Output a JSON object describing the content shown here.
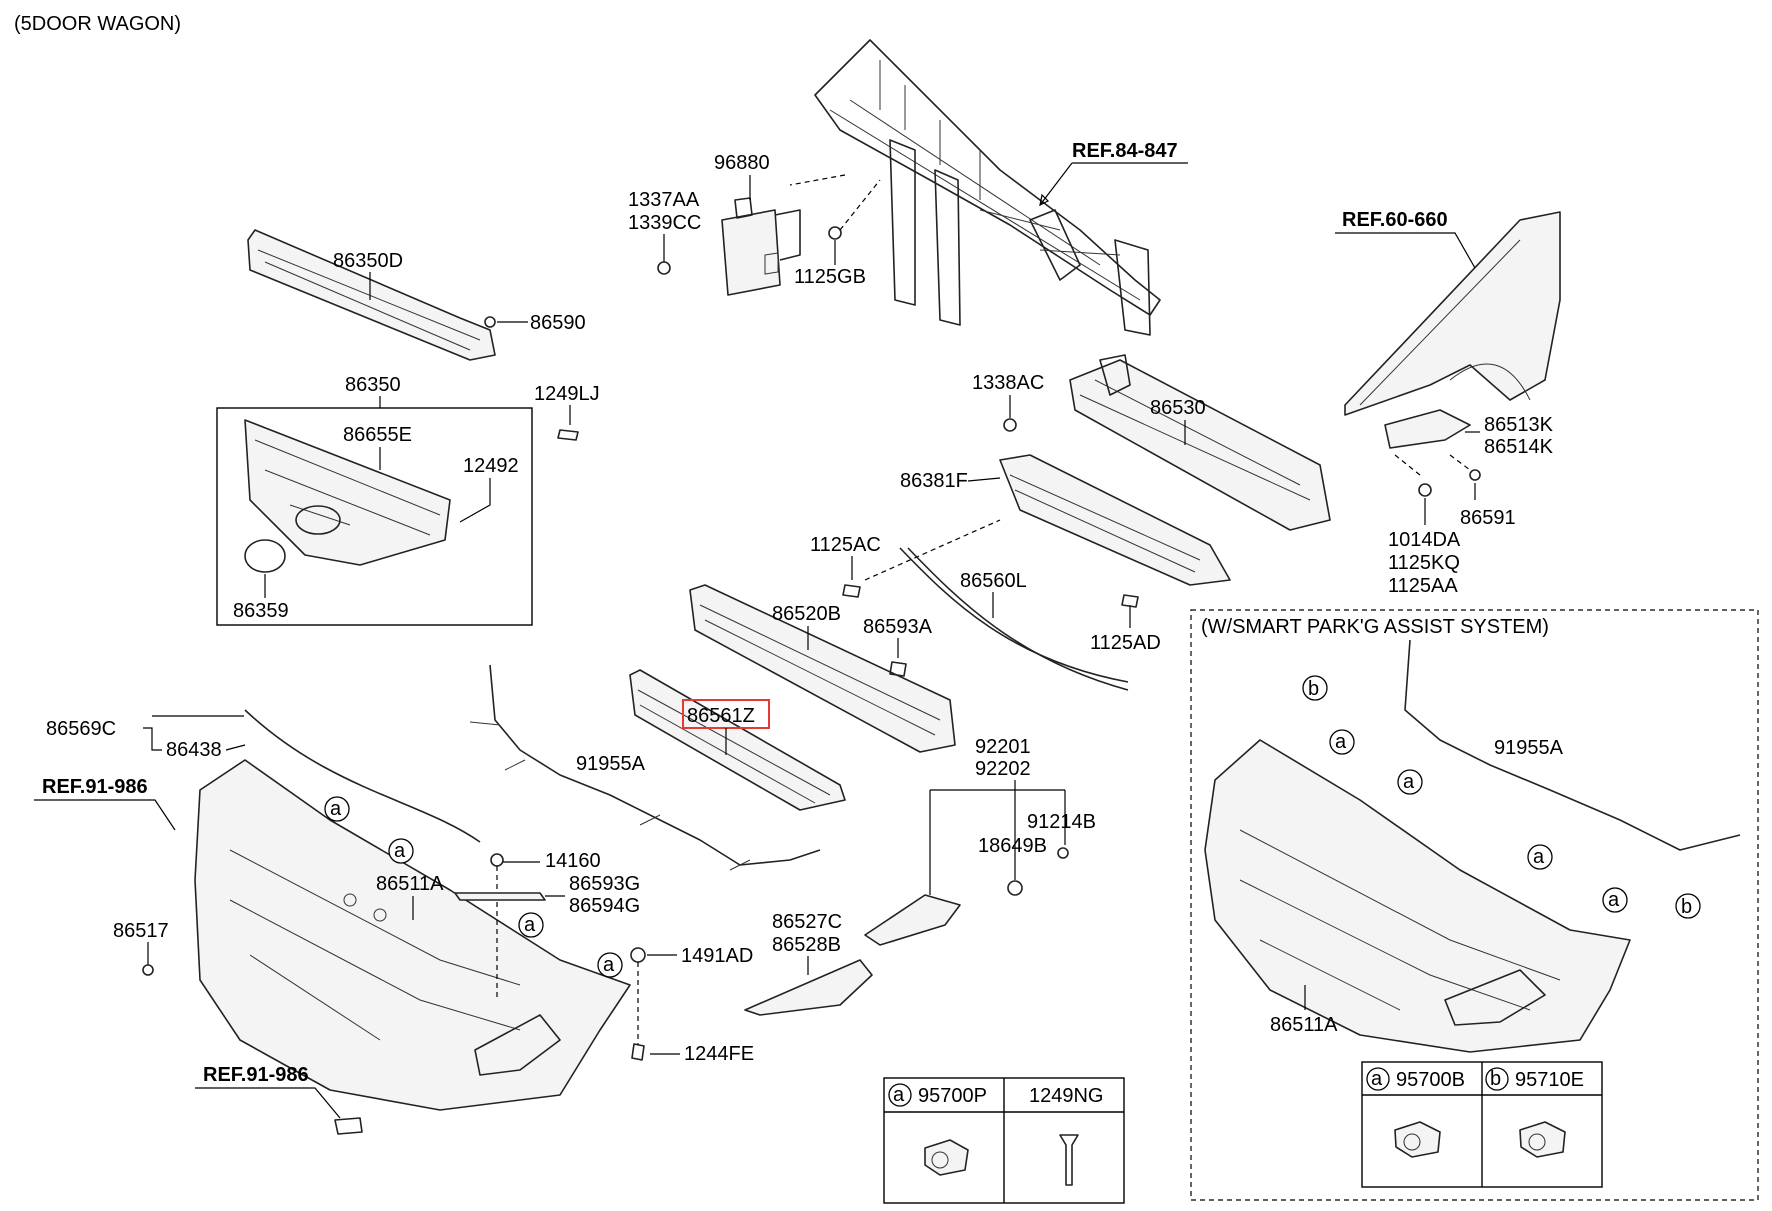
{
  "header": {
    "title": "(5DOOR WAGON)"
  },
  "inset": {
    "title": "(W/SMART PARK'G ASSIST SYSTEM)"
  },
  "refs": [
    "REF.84-847",
    "REF.60-660",
    "REF.91-986",
    "REF.91-986"
  ],
  "labels": {
    "p96880": "96880",
    "p1337AA": "1337AA",
    "p1339CC": "1339CC",
    "p1125GB": "1125GB",
    "p86350D": "86350D",
    "p86590": "86590",
    "p86350": "86350",
    "p1249LJ": "1249LJ",
    "p86655E": "86655E",
    "p12492": "12492",
    "p86359": "86359",
    "p1338AC": "1338AC",
    "p86530": "86530",
    "p86381F": "86381F",
    "p1125AC": "1125AC",
    "p86560L": "86560L",
    "p1125AD": "1125AD",
    "p86520B": "86520B",
    "p86593A": "86593A",
    "p86561Z": "86561Z",
    "p86569C": "86569C",
    "p86438": "86438",
    "p91955A": "91955A",
    "p14160": "14160",
    "p86511A": "86511A",
    "p86593G": "86593G",
    "p86594G": "86594G",
    "p86517": "86517",
    "p1491AD": "1491AD",
    "p1244FE": "1244FE",
    "p86527C": "86527C",
    "p86528B": "86528B",
    "p92201": "92201",
    "p92202": "92202",
    "p91214B": "91214B",
    "p18649B": "18649B",
    "p86513K": "86513K",
    "p86514K": "86514K",
    "p86591": "86591",
    "p1014DA": "1014DA",
    "p1125KQ": "1125KQ",
    "p1125AA": "1125AA",
    "inset91955A": "91955A",
    "inset86511A": "86511A"
  },
  "callouts": {
    "a": "a",
    "b": "b"
  },
  "tables": {
    "left": {
      "col1": "95700P",
      "col2": "1249NG"
    },
    "right": {
      "col1": "95700B",
      "col2": "95710E"
    }
  },
  "highlight": "86561Z"
}
